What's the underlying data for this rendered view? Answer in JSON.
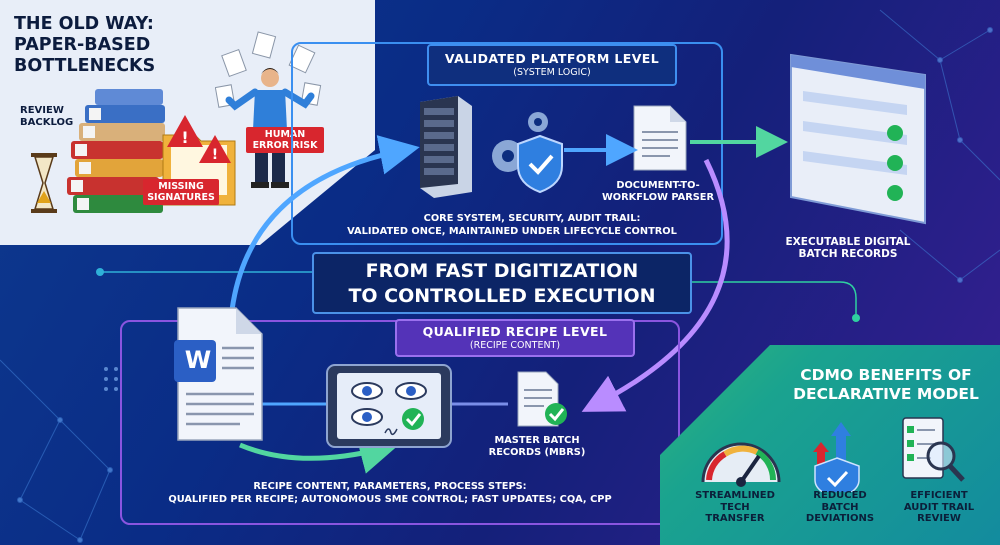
{
  "old_way": {
    "title": "THE OLD WAY: PAPER-BASED BOTTLENECKS",
    "review_backlog": "REVIEW BACKLOG",
    "human_error": "HUMAN ERROR RISK",
    "missing_signatures": "MISSING SIGNATURES"
  },
  "platform": {
    "title": "VALIDATED PLATFORM LEVEL",
    "subtitle": "(SYSTEM LOGIC)",
    "parser_label": "DOCUMENT-TO-WORKFLOW PARSER",
    "core_text_1": "CORE SYSTEM, SECURITY, AUDIT TRAIL:",
    "core_text_2": "VALIDATED ONCE, MAINTAINED UNDER LIFECYCLE CONTROL"
  },
  "executable": {
    "label": "EXECUTABLE DIGITAL BATCH RECORDS"
  },
  "banner": {
    "line1": "FROM FAST DIGITIZATION",
    "line2": "TO CONTROLLED EXECUTION"
  },
  "recipe": {
    "title": "QUALIFIED RECIPE LEVEL",
    "subtitle": "(RECIPE CONTENT)",
    "master_label": "MASTER BATCH RECORDS (MBRS)",
    "desc_1": "RECIPE CONTENT, PARAMETERS, PROCESS STEPS:",
    "desc_2": "QUALIFIED PER RECIPE; AUTONOMOUS SME CONTROL; FAST UPDATES; CQA, CPP",
    "word_letter": "W"
  },
  "benefits": {
    "title": "CDMO BENEFITS OF DECLARATIVE MODEL",
    "items": [
      {
        "label": "STREAMLINED TECH TRANSFER"
      },
      {
        "label": "REDUCED BATCH DEVIATIONS"
      },
      {
        "label": "EFFICIENT AUDIT TRAIL REVIEW"
      }
    ]
  },
  "colors": {
    "platform_border": "#3a8ff0",
    "recipe_border": "#8a55e0",
    "check_green": "#21b356",
    "alert_red": "#d8262e"
  }
}
